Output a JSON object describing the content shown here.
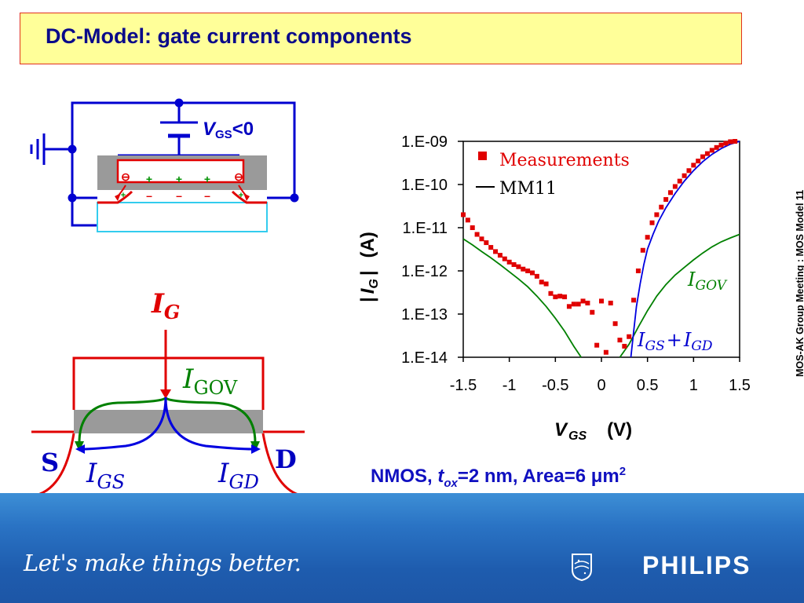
{
  "slide": {
    "title": "DC-Model: gate current components",
    "side_note": "MOS-AK Group Meeting : MOS Model 11",
    "caption": {
      "prefix": "NMOS, ",
      "var": "t",
      "sub": "ox",
      "rest": "=2 nm, Area=6 ",
      "mu": "μ",
      "unit": "m",
      "sup": "2"
    }
  },
  "schematic": {
    "vgs_label": {
      "v": "V",
      "sub": "GS",
      "tail": "<0"
    },
    "oxide_charges": [
      "+",
      "+",
      "+"
    ],
    "channel_charges": [
      "–",
      "–",
      "–"
    ],
    "end_charges": [
      "⊖",
      "⊖"
    ],
    "small_plus": [
      "+",
      "+"
    ]
  },
  "components": {
    "ig": {
      "i": "I",
      "sub": "G"
    },
    "igov": {
      "i": "I",
      "sub": "GOV"
    },
    "igs": {
      "i": "I",
      "sub": "GS"
    },
    "igd": {
      "i": "I",
      "sub": "GD"
    },
    "source": "S",
    "drain": "D",
    "colors": {
      "gate": "#e00000",
      "overlap": "#008000",
      "channel": "#0000e0"
    }
  },
  "footer": {
    "slogan": "Let's make things better.",
    "brand": "PHILIPS"
  },
  "chart_data": {
    "type": "scatter",
    "log_y": true,
    "xlim": [
      -1.5,
      1.5
    ],
    "ylim": [
      1e-14,
      1e-09
    ],
    "x_ticks": [
      "-1.5",
      "-1",
      "-0.5",
      "0",
      "0.5",
      "1",
      "1.5"
    ],
    "y_ticks": [
      "1.E-14",
      "1.E-13",
      "1.E-12",
      "1.E-11",
      "1.E-10",
      "1.E-09"
    ],
    "xlabel": {
      "v": "V",
      "sub": "GS",
      "unit": "(V)"
    },
    "ylabel": {
      "bar": "|",
      "v": "I",
      "sub": "G",
      "unit": "(A)"
    },
    "legend": [
      {
        "name": "Measurements",
        "color": "#e00000",
        "marker": "square"
      },
      {
        "name": "MM11",
        "color": "#000000",
        "marker": "line"
      }
    ],
    "annotations": [
      {
        "i": "I",
        "sub": "GOV",
        "color": "#008000"
      },
      {
        "i": "I",
        "sub1": "GS",
        "plus": "+",
        "i2": "I",
        "sub2": "GD",
        "color": "#0000e0"
      }
    ],
    "series": [
      {
        "name": "Measurements",
        "color": "#e00000",
        "points": [
          [
            -1.5,
            2e-11
          ],
          [
            -1.45,
            1.5e-11
          ],
          [
            -1.4,
            1e-11
          ],
          [
            -1.35,
            7e-12
          ],
          [
            -1.3,
            5.5e-12
          ],
          [
            -1.25,
            4.5e-12
          ],
          [
            -1.2,
            3.5e-12
          ],
          [
            -1.15,
            2.8e-12
          ],
          [
            -1.1,
            2.3e-12
          ],
          [
            -1.05,
            1.9e-12
          ],
          [
            -1.0,
            1.6e-12
          ],
          [
            -0.95,
            1.4e-12
          ],
          [
            -0.9,
            1.25e-12
          ],
          [
            -0.85,
            1.1e-12
          ],
          [
            -0.8,
            1e-12
          ],
          [
            -0.75,
            9e-13
          ],
          [
            -0.7,
            7.5e-13
          ],
          [
            -0.65,
            5.5e-13
          ],
          [
            -0.6,
            5e-13
          ],
          [
            -0.55,
            3e-13
          ],
          [
            -0.5,
            2.5e-13
          ],
          [
            -0.45,
            2.6e-13
          ],
          [
            -0.4,
            2.5e-13
          ],
          [
            -0.35,
            1.5e-13
          ],
          [
            -0.3,
            1.7e-13
          ],
          [
            -0.25,
            1.7e-13
          ],
          [
            -0.2,
            2e-13
          ],
          [
            -0.15,
            1.8e-13
          ],
          [
            -0.1,
            1.1e-13
          ],
          [
            -0.05,
            1.9e-14
          ],
          [
            0.0,
            2e-13
          ],
          [
            0.05,
            1.3e-14
          ],
          [
            0.1,
            1.8e-13
          ],
          [
            0.15,
            6e-14
          ],
          [
            0.2,
            2.5e-14
          ],
          [
            0.25,
            1.8e-14
          ],
          [
            0.3,
            3e-14
          ],
          [
            0.35,
            2.1e-13
          ],
          [
            0.4,
            1e-12
          ],
          [
            0.45,
            3e-12
          ],
          [
            0.5,
            6e-12
          ],
          [
            0.55,
            1.3e-11
          ],
          [
            0.6,
            2e-11
          ],
          [
            0.65,
            3e-11
          ],
          [
            0.7,
            4.5e-11
          ],
          [
            0.75,
            6.5e-11
          ],
          [
            0.8,
            9e-11
          ],
          [
            0.85,
            1.2e-10
          ],
          [
            0.9,
            1.6e-10
          ],
          [
            0.95,
            2.1e-10
          ],
          [
            1.0,
            2.8e-10
          ],
          [
            1.05,
            3.5e-10
          ],
          [
            1.1,
            4.4e-10
          ],
          [
            1.15,
            5.2e-10
          ],
          [
            1.2,
            6.2e-10
          ],
          [
            1.25,
            7.2e-10
          ],
          [
            1.3,
            8.2e-10
          ],
          [
            1.35,
            9e-10
          ],
          [
            1.4,
            9.8e-10
          ],
          [
            1.45,
            1e-09
          ]
        ]
      },
      {
        "name": "MM11",
        "color": "#008000",
        "points": [
          [
            -1.5,
            5.5e-12
          ],
          [
            -1.4,
            4e-12
          ],
          [
            -1.3,
            2.8e-12
          ],
          [
            -1.2,
            2e-12
          ],
          [
            -1.1,
            1.4e-12
          ],
          [
            -1.0,
            9.5e-13
          ],
          [
            -0.9,
            6.5e-13
          ],
          [
            -0.8,
            4.3e-13
          ],
          [
            -0.7,
            2.6e-13
          ],
          [
            -0.6,
            1.5e-13
          ],
          [
            -0.5,
            8e-14
          ],
          [
            -0.4,
            4e-14
          ],
          [
            -0.3,
            1.8e-14
          ],
          [
            -0.22,
            1e-14
          ]
        ]
      },
      {
        "name": "MM11",
        "color": "#008000",
        "points": [
          [
            0.2,
            1e-14
          ],
          [
            0.3,
            2e-14
          ],
          [
            0.4,
            5e-14
          ],
          [
            0.5,
            1.2e-13
          ],
          [
            0.6,
            2.6e-13
          ],
          [
            0.7,
            4.8e-13
          ],
          [
            0.8,
            8e-13
          ],
          [
            0.9,
            1.2e-12
          ],
          [
            1.0,
            1.8e-12
          ],
          [
            1.1,
            2.6e-12
          ],
          [
            1.2,
            3.6e-12
          ],
          [
            1.3,
            4.7e-12
          ],
          [
            1.4,
            5.8e-12
          ],
          [
            1.5,
            7e-12
          ]
        ]
      },
      {
        "name": "MM11",
        "color": "#0000e0",
        "points": [
          [
            0.32,
            1e-14
          ],
          [
            0.35,
            4e-14
          ],
          [
            0.38,
            1.5e-13
          ],
          [
            0.42,
            5e-13
          ],
          [
            0.46,
            1.4e-12
          ],
          [
            0.5,
            3.2e-12
          ],
          [
            0.56,
            7e-12
          ],
          [
            0.62,
            1.4e-11
          ],
          [
            0.7,
            2.9e-11
          ],
          [
            0.8,
            6.2e-11
          ],
          [
            0.9,
            1.2e-10
          ],
          [
            1.0,
            2.1e-10
          ],
          [
            1.1,
            3.4e-10
          ],
          [
            1.2,
            5e-10
          ],
          [
            1.3,
            6.8e-10
          ],
          [
            1.4,
            8.6e-10
          ],
          [
            1.5,
            1e-09
          ]
        ]
      }
    ]
  }
}
